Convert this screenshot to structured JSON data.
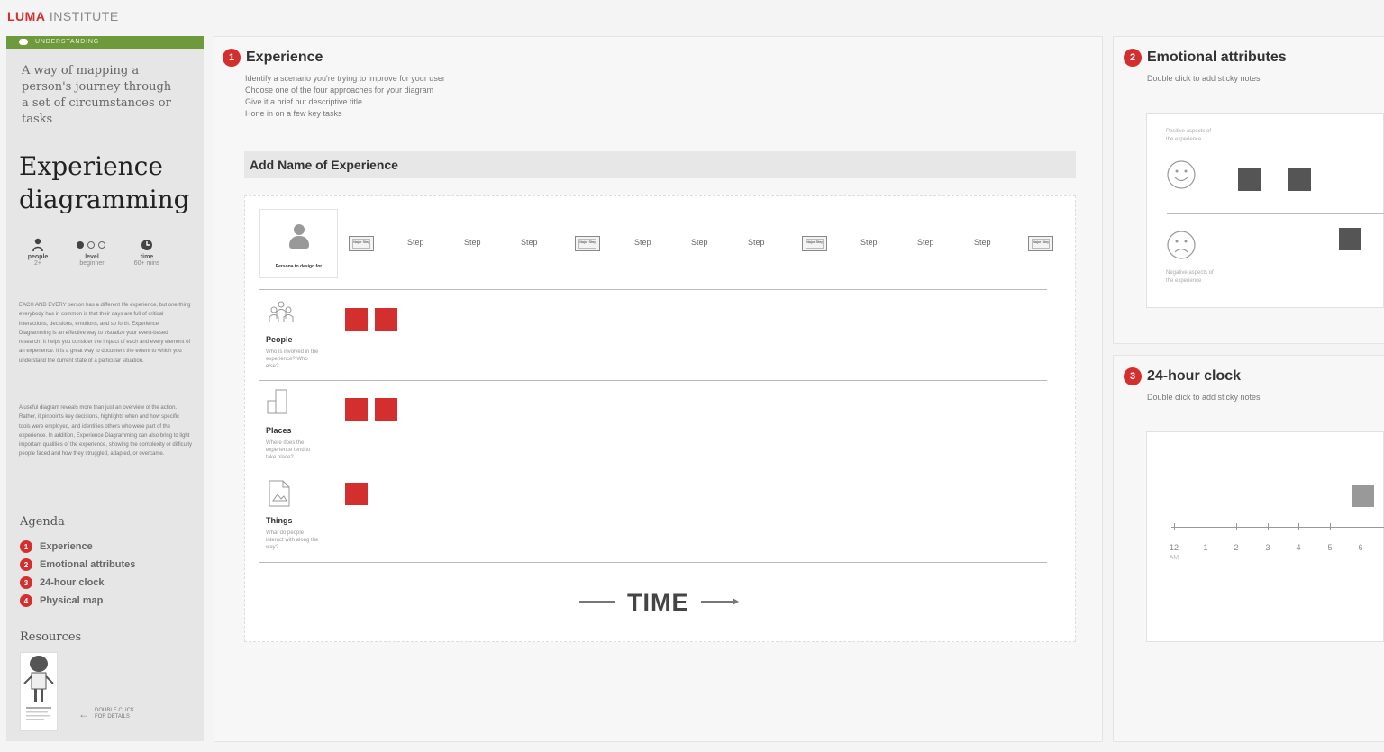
{
  "brand": {
    "luma": "LUMA",
    "institute": "INSTITUTE"
  },
  "sidebar": {
    "tag": "UNDERSTANDING",
    "tagline": "A way of mapping a person's journey through a set of circumstances or tasks",
    "title": "Experience diagramming",
    "stats": [
      {
        "key": "people",
        "value": "2+"
      },
      {
        "key": "level",
        "value": "beginner"
      },
      {
        "key": "time",
        "value": "60+ mins"
      }
    ],
    "para1": "EACH AND EVERY person has a different life experience, but one thing everybody has in common is that their days are full of critical interactions, decisions, emotions, and so forth. Experience Diagramming is an effective way to visualize your event-based research. It helps you consider the impact of each and every element of an experience. It is a great way to document the extent to which you understand the current state of a particular situation.",
    "para2": "A useful diagram reveals more than just an overview of the action. Rather, it pinpoints key decisions, highlights when and how specific tools were employed, and identifies others who were part of the experience. In addition, Experience Diagramming can also bring to light important qualities of the experience, showing the complexity or difficulty people faced and how they struggled, adapted, or overcame.",
    "agenda_title": "Agenda",
    "agenda": [
      {
        "num": "1",
        "label": "Experience"
      },
      {
        "num": "2",
        "label": "Emotional attributes"
      },
      {
        "num": "3",
        "label": "24-hour clock"
      },
      {
        "num": "4",
        "label": "Physical map"
      }
    ],
    "resources_title": "Resources",
    "resource_hint": "DOUBLE CLICK FOR DETAILS"
  },
  "experience": {
    "num": "1",
    "title": "Experience",
    "instructions": [
      "Identify a scenario you're trying to improve for your user",
      "Choose one of the four approaches for your diagram",
      "Give it a brief but descriptive title",
      "Hone in on a few key tasks"
    ],
    "name_bar": "Add Name of Experience",
    "persona_label": "Persona to design for",
    "major_step_label": "Major Step",
    "step_label": "Step",
    "lanes": [
      {
        "name": "People",
        "desc": "Who is involved in the experience? Who else?"
      },
      {
        "name": "Places",
        "desc": "Where does the experience tend to take place?"
      },
      {
        "name": "Things",
        "desc": "What do people interact with along the way?"
      }
    ],
    "time_label": "TIME"
  },
  "emotional": {
    "num": "2",
    "title": "Emotional attributes",
    "hint": "Double click to add sticky notes",
    "positive": "Positive aspects of the experience",
    "negative": "Negative aspects of the experience"
  },
  "clock": {
    "num": "3",
    "title": "24-hour clock",
    "hint": "Double click to add sticky notes",
    "hours": [
      "12",
      "1",
      "2",
      "3",
      "4",
      "5",
      "6"
    ],
    "am": "AM"
  },
  "colors": {
    "accent_red": "#d32f2f",
    "tag_green": "#6f9a3c"
  }
}
